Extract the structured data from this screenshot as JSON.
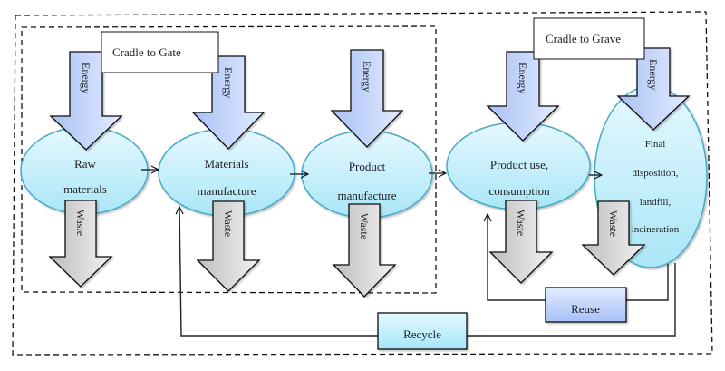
{
  "boundaries": {
    "outer_label": "Cradle to Grave",
    "inner_label": "Cradle to Gate"
  },
  "stages": [
    {
      "id": "raw",
      "lines": [
        "Raw",
        "materials"
      ]
    },
    {
      "id": "materials",
      "lines": [
        "Materials",
        "manufacture"
      ]
    },
    {
      "id": "product",
      "lines": [
        "Product",
        "manufacture"
      ]
    },
    {
      "id": "use",
      "lines": [
        "Product use,",
        "consumption"
      ]
    },
    {
      "id": "final",
      "lines": [
        "Final",
        "disposition,",
        "landfill,",
        "incineration"
      ]
    }
  ],
  "inputs": {
    "label": "Energy"
  },
  "outputs": {
    "label": "Waste"
  },
  "loops": {
    "reuse": "Reuse",
    "recycle": "Recycle"
  },
  "colors": {
    "ellipse_top": "#e6f8ff",
    "ellipse_bottom": "#a9e6f7",
    "ellipse_stroke": "#4aaac6",
    "energy_light": "#e2ecff",
    "energy_dark": "#a9c1f5",
    "waste_light": "#f2f2f2",
    "waste_dark": "#bdbdbd",
    "reuse_top": "#e2ecff",
    "reuse_bottom": "#a6c0f7",
    "recycle_top": "#e6f9ff",
    "recycle_bottom": "#a4e6f9"
  }
}
